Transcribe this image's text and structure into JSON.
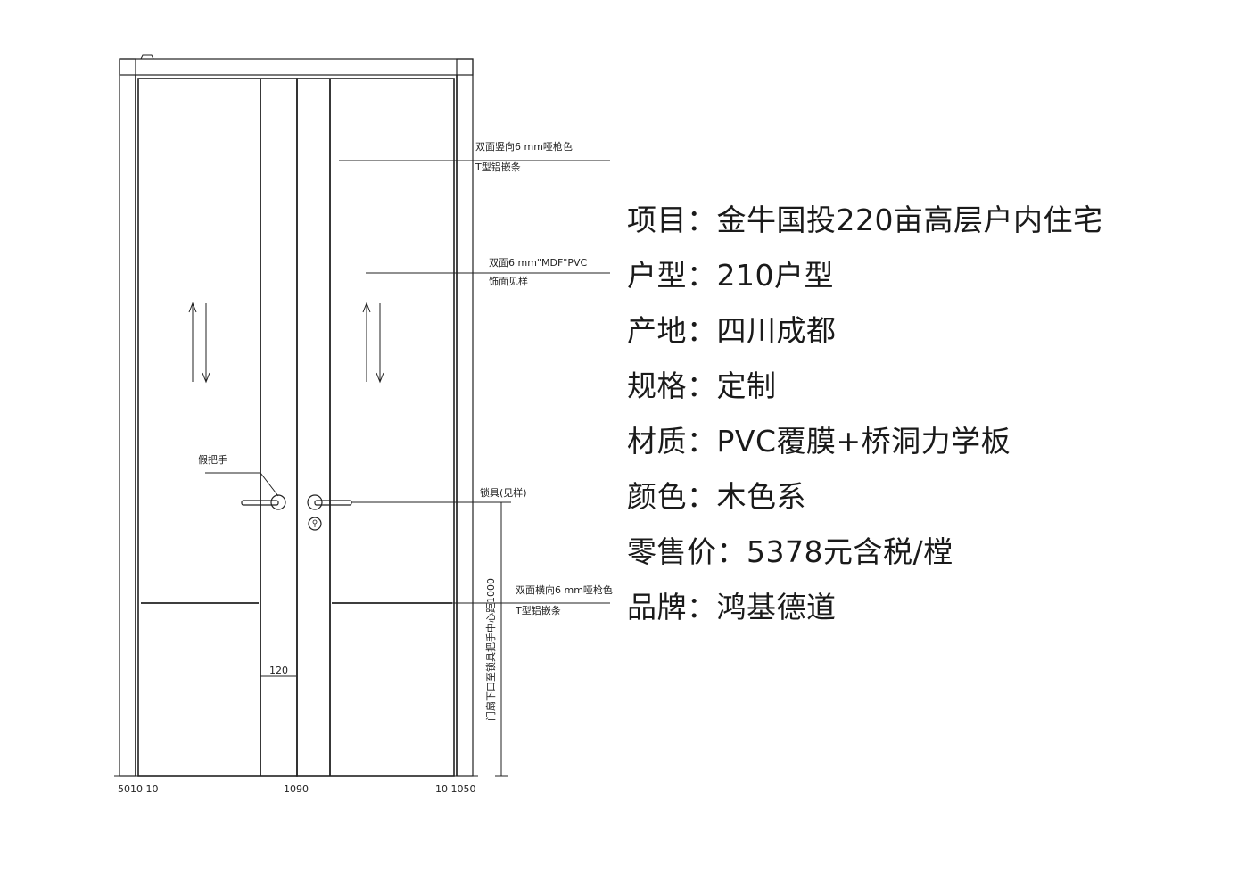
{
  "drawing": {
    "annotations": {
      "vertical_strip_line1": "双面竖向6 mm哑枪色",
      "vertical_strip_line2": "T型铝嵌条",
      "panel_line1": "双面6 mm\"MDF\"PVC",
      "panel_line2": "饰面见样",
      "fake_handle": "假把手",
      "lock": "锁具(见样)",
      "horizontal_strip_line1": "双面横向6 mm哑枪色",
      "horizontal_strip_line2": "T型铝嵌条",
      "handle_height_note": "门扇下口至锁具把手中心距1000"
    },
    "dimensions": {
      "gap_120": "120",
      "bottom_left": "5010 10",
      "bottom_center": "1090",
      "bottom_right": "10 1050"
    }
  },
  "specs": [
    {
      "label": "项目",
      "value": "金牛国投220亩高层户内住宅"
    },
    {
      "label": "户型",
      "value": "210户型"
    },
    {
      "label": "产地",
      "value": "四川成都"
    },
    {
      "label": "规格",
      "value": "定制"
    },
    {
      "label": "材质",
      "value": "PVC覆膜+桥洞力学板"
    },
    {
      "label": "颜色",
      "value": "木色系"
    },
    {
      "label": "零售价",
      "value": "5378元含税/樘"
    },
    {
      "label": "品牌",
      "value": "鸿基德道"
    }
  ]
}
